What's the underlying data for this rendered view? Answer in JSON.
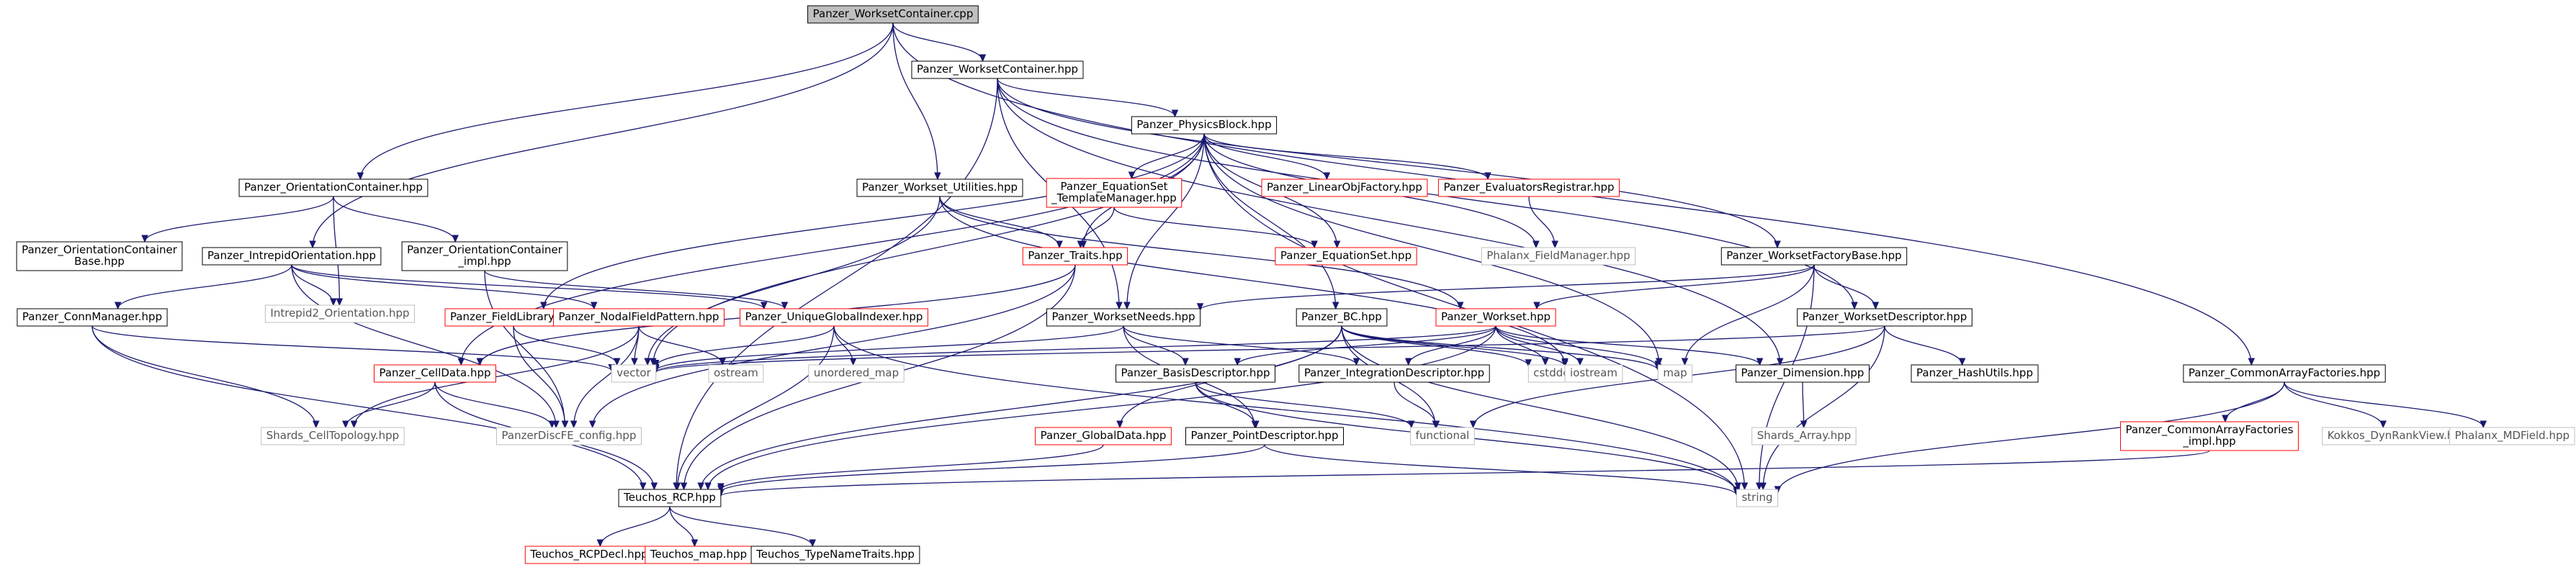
{
  "diagram": {
    "colors": {
      "root_fill": "#bfbfbf",
      "root_border": "#000000",
      "documented_border": "#000000",
      "undocumented_border": "#ff0000",
      "system_border": "#bfbfbf",
      "system_text": "#555555",
      "edge": "#191970"
    },
    "nodes": [
      {
        "id": "wsc_cpp",
        "lines": [
          "Panzer_WorksetContainer.cpp"
        ],
        "kind": "root"
      },
      {
        "id": "wsc_hpp",
        "lines": [
          "Panzer_WorksetContainer.hpp"
        ],
        "kind": "doc"
      },
      {
        "id": "pb",
        "lines": [
          "Panzer_PhysicsBlock.hpp"
        ],
        "kind": "doc"
      },
      {
        "id": "wsu",
        "lines": [
          "Panzer_Workset_Utilities.hpp"
        ],
        "kind": "doc"
      },
      {
        "id": "oc",
        "lines": [
          "Panzer_OrientationContainer.hpp"
        ],
        "kind": "doc"
      },
      {
        "id": "ocb",
        "lines": [
          "Panzer_OrientationContainer",
          "Base.hpp"
        ],
        "kind": "doc"
      },
      {
        "id": "oci",
        "lines": [
          "Panzer_OrientationContainer",
          "_impl.hpp"
        ],
        "kind": "doc"
      },
      {
        "id": "io",
        "lines": [
          "Panzer_IntrepidOrientation.hpp"
        ],
        "kind": "doc"
      },
      {
        "id": "i2o",
        "lines": [
          "Intrepid2_Orientation.hpp"
        ],
        "kind": "sys"
      },
      {
        "id": "cm",
        "lines": [
          "Panzer_ConnManager.hpp"
        ],
        "kind": "doc"
      },
      {
        "id": "fl",
        "lines": [
          "Panzer_FieldLibrary.hpp"
        ],
        "kind": "undoc"
      },
      {
        "id": "nfp",
        "lines": [
          "Panzer_NodalFieldPattern.hpp"
        ],
        "kind": "undoc"
      },
      {
        "id": "ugi",
        "lines": [
          "Panzer_UniqueGlobalIndexer.hpp"
        ],
        "kind": "undoc"
      },
      {
        "id": "estm",
        "lines": [
          "Panzer_EquationSet",
          "_TemplateManager.hpp"
        ],
        "kind": "undoc"
      },
      {
        "id": "lof",
        "lines": [
          "Panzer_LinearObjFactory.hpp"
        ],
        "kind": "undoc"
      },
      {
        "id": "er",
        "lines": [
          "Panzer_EvaluatorsRegistrar.hpp"
        ],
        "kind": "undoc"
      },
      {
        "id": "traits",
        "lines": [
          "Panzer_Traits.hpp"
        ],
        "kind": "undoc"
      },
      {
        "id": "es",
        "lines": [
          "Panzer_EquationSet.hpp"
        ],
        "kind": "undoc"
      },
      {
        "id": "pfm",
        "lines": [
          "Phalanx_FieldManager.hpp"
        ],
        "kind": "sys"
      },
      {
        "id": "wfb",
        "lines": [
          "Panzer_WorksetFactoryBase.hpp"
        ],
        "kind": "doc"
      },
      {
        "id": "wn",
        "lines": [
          "Panzer_WorksetNeeds.hpp"
        ],
        "kind": "doc"
      },
      {
        "id": "bc",
        "lines": [
          "Panzer_BC.hpp"
        ],
        "kind": "doc"
      },
      {
        "id": "workset",
        "lines": [
          "Panzer_Workset.hpp"
        ],
        "kind": "undoc"
      },
      {
        "id": "wd",
        "lines": [
          "Panzer_WorksetDescriptor.hpp"
        ],
        "kind": "doc"
      },
      {
        "id": "cd",
        "lines": [
          "Panzer_CellData.hpp"
        ],
        "kind": "undoc"
      },
      {
        "id": "vector",
        "lines": [
          "vector"
        ],
        "kind": "sys"
      },
      {
        "id": "ostream",
        "lines": [
          "ostream"
        ],
        "kind": "sys"
      },
      {
        "id": "umap",
        "lines": [
          "unordered_map"
        ],
        "kind": "sys"
      },
      {
        "id": "bd",
        "lines": [
          "Panzer_BasisDescriptor.hpp"
        ],
        "kind": "doc"
      },
      {
        "id": "intd",
        "lines": [
          "Panzer_IntegrationDescriptor.hpp"
        ],
        "kind": "doc"
      },
      {
        "id": "cstddef",
        "lines": [
          "cstddef"
        ],
        "kind": "sys"
      },
      {
        "id": "iostream",
        "lines": [
          "iostream"
        ],
        "kind": "sys"
      },
      {
        "id": "map",
        "lines": [
          "map"
        ],
        "kind": "sys"
      },
      {
        "id": "dim",
        "lines": [
          "Panzer_Dimension.hpp"
        ],
        "kind": "doc"
      },
      {
        "id": "hu",
        "lines": [
          "Panzer_HashUtils.hpp"
        ],
        "kind": "doc"
      },
      {
        "id": "sct",
        "lines": [
          "Shards_CellTopology.hpp"
        ],
        "kind": "sys"
      },
      {
        "id": "pdfe",
        "lines": [
          "PanzerDiscFE_config.hpp"
        ],
        "kind": "sys"
      },
      {
        "id": "gd",
        "lines": [
          "Panzer_GlobalData.hpp"
        ],
        "kind": "undoc"
      },
      {
        "id": "pd",
        "lines": [
          "Panzer_PointDescriptor.hpp"
        ],
        "kind": "doc"
      },
      {
        "id": "functional",
        "lines": [
          "functional"
        ],
        "kind": "sys"
      },
      {
        "id": "sa",
        "lines": [
          "Shards_Array.hpp"
        ],
        "kind": "sys"
      },
      {
        "id": "rcp",
        "lines": [
          "Teuchos_RCP.hpp"
        ],
        "kind": "doc"
      },
      {
        "id": "string",
        "lines": [
          "string"
        ],
        "kind": "sys"
      },
      {
        "id": "rcpdecl",
        "lines": [
          "Teuchos_RCPDecl.hpp"
        ],
        "kind": "undoc"
      },
      {
        "id": "tmap",
        "lines": [
          "Teuchos_map.hpp"
        ],
        "kind": "undoc"
      },
      {
        "id": "tnt",
        "lines": [
          "Teuchos_TypeNameTraits.hpp"
        ],
        "kind": "doc"
      },
      {
        "id": "caf",
        "lines": [
          "Panzer_CommonArrayFactories.hpp"
        ],
        "kind": "doc"
      },
      {
        "id": "cafi",
        "lines": [
          "Panzer_CommonArrayFactories",
          "_impl.hpp"
        ],
        "kind": "undoc"
      },
      {
        "id": "kdrv",
        "lines": [
          "Kokkos_DynRankView.hpp"
        ],
        "kind": "sys"
      },
      {
        "id": "pmdf",
        "lines": [
          "Phalanx_MDField.hpp"
        ],
        "kind": "sys"
      }
    ],
    "edges": [
      [
        "wsc_cpp",
        "wsc_hpp"
      ],
      [
        "wsc_cpp",
        "wsu"
      ],
      [
        "wsc_cpp",
        "oc"
      ],
      [
        "wsc_cpp",
        "io"
      ],
      [
        "wsc_cpp",
        "caf"
      ],
      [
        "wsc_hpp",
        "pb"
      ],
      [
        "wsc_hpp",
        "wfb"
      ],
      [
        "wsc_hpp",
        "wd"
      ],
      [
        "wsc_hpp",
        "wn"
      ],
      [
        "wsc_hpp",
        "dim"
      ],
      [
        "wsc_hpp",
        "rcp"
      ],
      [
        "pb",
        "estm"
      ],
      [
        "pb",
        "lof"
      ],
      [
        "pb",
        "er"
      ],
      [
        "pb",
        "es"
      ],
      [
        "pb",
        "traits"
      ],
      [
        "pb",
        "pfm"
      ],
      [
        "pb",
        "fl"
      ],
      [
        "pb",
        "wn"
      ],
      [
        "pb",
        "bc"
      ],
      [
        "pb",
        "cd"
      ],
      [
        "pb",
        "vector"
      ],
      [
        "pb",
        "map"
      ],
      [
        "pb",
        "string"
      ],
      [
        "wsu",
        "traits"
      ],
      [
        "wsu",
        "workset"
      ],
      [
        "wsu",
        "vector"
      ],
      [
        "wsu",
        "iostream"
      ],
      [
        "oc",
        "ocb"
      ],
      [
        "oc",
        "oci"
      ],
      [
        "oc",
        "i2o"
      ],
      [
        "oci",
        "ugi"
      ],
      [
        "oci",
        "pdfe"
      ],
      [
        "io",
        "cm"
      ],
      [
        "io",
        "i2o"
      ],
      [
        "io",
        "nfp"
      ],
      [
        "io",
        "ugi"
      ],
      [
        "io",
        "pdfe"
      ],
      [
        "cm",
        "rcp"
      ],
      [
        "cm",
        "sct"
      ],
      [
        "cm",
        "vector"
      ],
      [
        "fl",
        "vector"
      ],
      [
        "fl",
        "pdfe"
      ],
      [
        "nfp",
        "sct"
      ],
      [
        "nfp",
        "pdfe"
      ],
      [
        "nfp",
        "vector"
      ],
      [
        "nfp",
        "ostream"
      ],
      [
        "ugi",
        "rcp"
      ],
      [
        "ugi",
        "umap"
      ],
      [
        "ugi",
        "vector"
      ],
      [
        "ugi",
        "string"
      ],
      [
        "estm",
        "traits"
      ],
      [
        "estm",
        "es"
      ],
      [
        "er",
        "pfm"
      ],
      [
        "traits",
        "rcp"
      ],
      [
        "traits",
        "pdfe"
      ],
      [
        "traits",
        "cd"
      ],
      [
        "wfb",
        "wn"
      ],
      [
        "wfb",
        "workset"
      ],
      [
        "wfb",
        "wd"
      ],
      [
        "wfb",
        "map"
      ],
      [
        "wfb",
        "string"
      ],
      [
        "wn",
        "bd"
      ],
      [
        "wn",
        "intd"
      ],
      [
        "wn",
        "pd"
      ],
      [
        "wn",
        "vector"
      ],
      [
        "bc",
        "gd"
      ],
      [
        "bc",
        "string"
      ],
      [
        "bc",
        "iostream"
      ],
      [
        "bc",
        "functional"
      ],
      [
        "bc",
        "cstddef"
      ],
      [
        "bc",
        "map"
      ],
      [
        "bc",
        "rcp"
      ],
      [
        "workset",
        "dim"
      ],
      [
        "workset",
        "bd"
      ],
      [
        "workset",
        "intd"
      ],
      [
        "workset",
        "iostream"
      ],
      [
        "workset",
        "cstddef"
      ],
      [
        "workset",
        "map"
      ],
      [
        "workset",
        "vector"
      ],
      [
        "workset",
        "rcp"
      ],
      [
        "wd",
        "hu"
      ],
      [
        "wd",
        "functional"
      ],
      [
        "wd",
        "string"
      ],
      [
        "wd",
        "vector"
      ],
      [
        "cd",
        "sct"
      ],
      [
        "cd",
        "pdfe"
      ],
      [
        "cd",
        "rcp"
      ],
      [
        "bd",
        "pd"
      ],
      [
        "bd",
        "functional"
      ],
      [
        "bd",
        "string"
      ],
      [
        "intd",
        "functional"
      ],
      [
        "gd",
        "rcp"
      ],
      [
        "pd",
        "rcp"
      ],
      [
        "pd",
        "string"
      ],
      [
        "dim",
        "sa"
      ],
      [
        "rcp",
        "rcpdecl"
      ],
      [
        "rcp",
        "tmap"
      ],
      [
        "rcp",
        "tnt"
      ],
      [
        "caf",
        "cafi"
      ],
      [
        "caf",
        "kdrv"
      ],
      [
        "caf",
        "pmdf"
      ],
      [
        "caf",
        "string"
      ],
      [
        "cafi",
        "rcp"
      ]
    ]
  }
}
